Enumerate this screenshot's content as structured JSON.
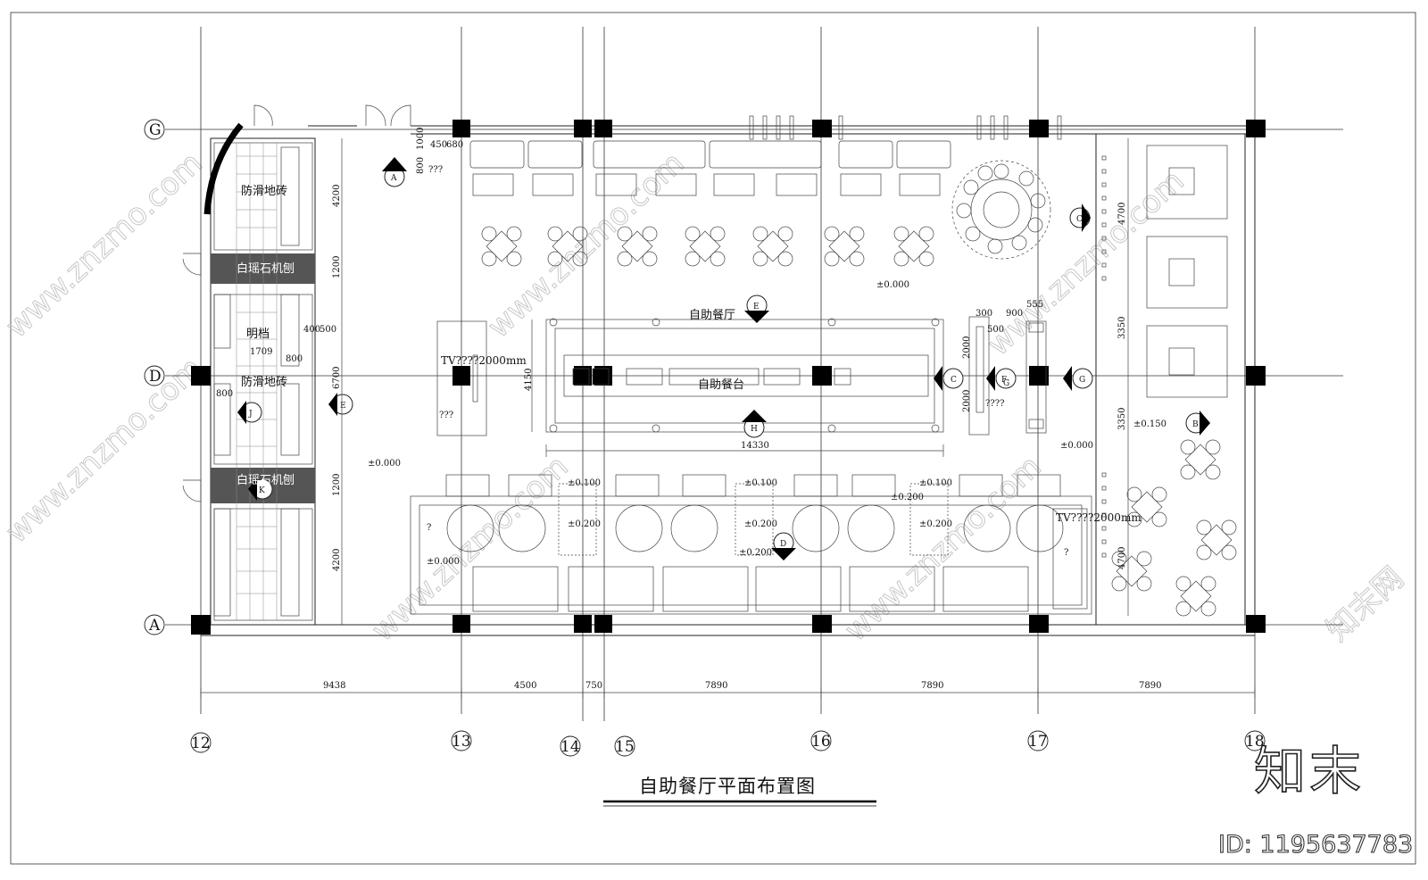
{
  "drawing": {
    "title": "自助餐厅平面布置图",
    "grid_axes": {
      "vertical": [
        "12",
        "13",
        "14",
        "15",
        "16",
        "17",
        "18"
      ],
      "horizontal": [
        "G",
        "D",
        "A"
      ]
    },
    "bottom_dimensions": [
      "9438",
      "4500",
      "750",
      "7890",
      "7890",
      "7890"
    ],
    "left_dimensions": [
      "4200",
      "1200",
      "400",
      "500",
      "6700",
      "1200",
      "4200"
    ],
    "right_dimensions": [
      "4700",
      "3350",
      "3350",
      "4700"
    ],
    "misc_dimensions": {
      "counter_depth": "4150",
      "counter_length": "14330",
      "d450": "450",
      "d680": "680",
      "d1000": "1000",
      "d800": "800",
      "d1709": "1709",
      "d800b": "800",
      "d800c": "800",
      "d300": "300",
      "d900": "900",
      "d555": "555",
      "d500": "500",
      "d2000a": "2000",
      "d2000b": "2000"
    },
    "levels": [
      "±0.000",
      "±0.000",
      "±0.000",
      "±0.000",
      "±0.150",
      "±0.100",
      "±0.100",
      "±0.100",
      "±0.200",
      "±0.200",
      "±0.200",
      "±0.200",
      "±0.200"
    ],
    "rooms": {
      "dining_hall": "自助餐厅",
      "buffet_counter": "自助餐台",
      "anti_slip_top": "防滑地砖",
      "anti_slip_mid": "防滑地砖",
      "open_kitchen": "明档",
      "marble_top": "白瑶石机刨",
      "marble_bottom": "白瑶石机刨"
    },
    "tv_labels": [
      "TV????2000mm",
      "TV????2000mm"
    ],
    "unknown_marks": [
      "???",
      "???",
      "????",
      "?",
      "?"
    ],
    "section_markers": [
      "A",
      "E",
      "C",
      "D",
      "E",
      "F",
      "H",
      "C",
      "G",
      "G",
      "B",
      "J",
      "K"
    ]
  },
  "watermark": {
    "logo": "知末",
    "id": "ID: 1195637783",
    "site": "www.znzmo.com",
    "brand": "知末网"
  }
}
